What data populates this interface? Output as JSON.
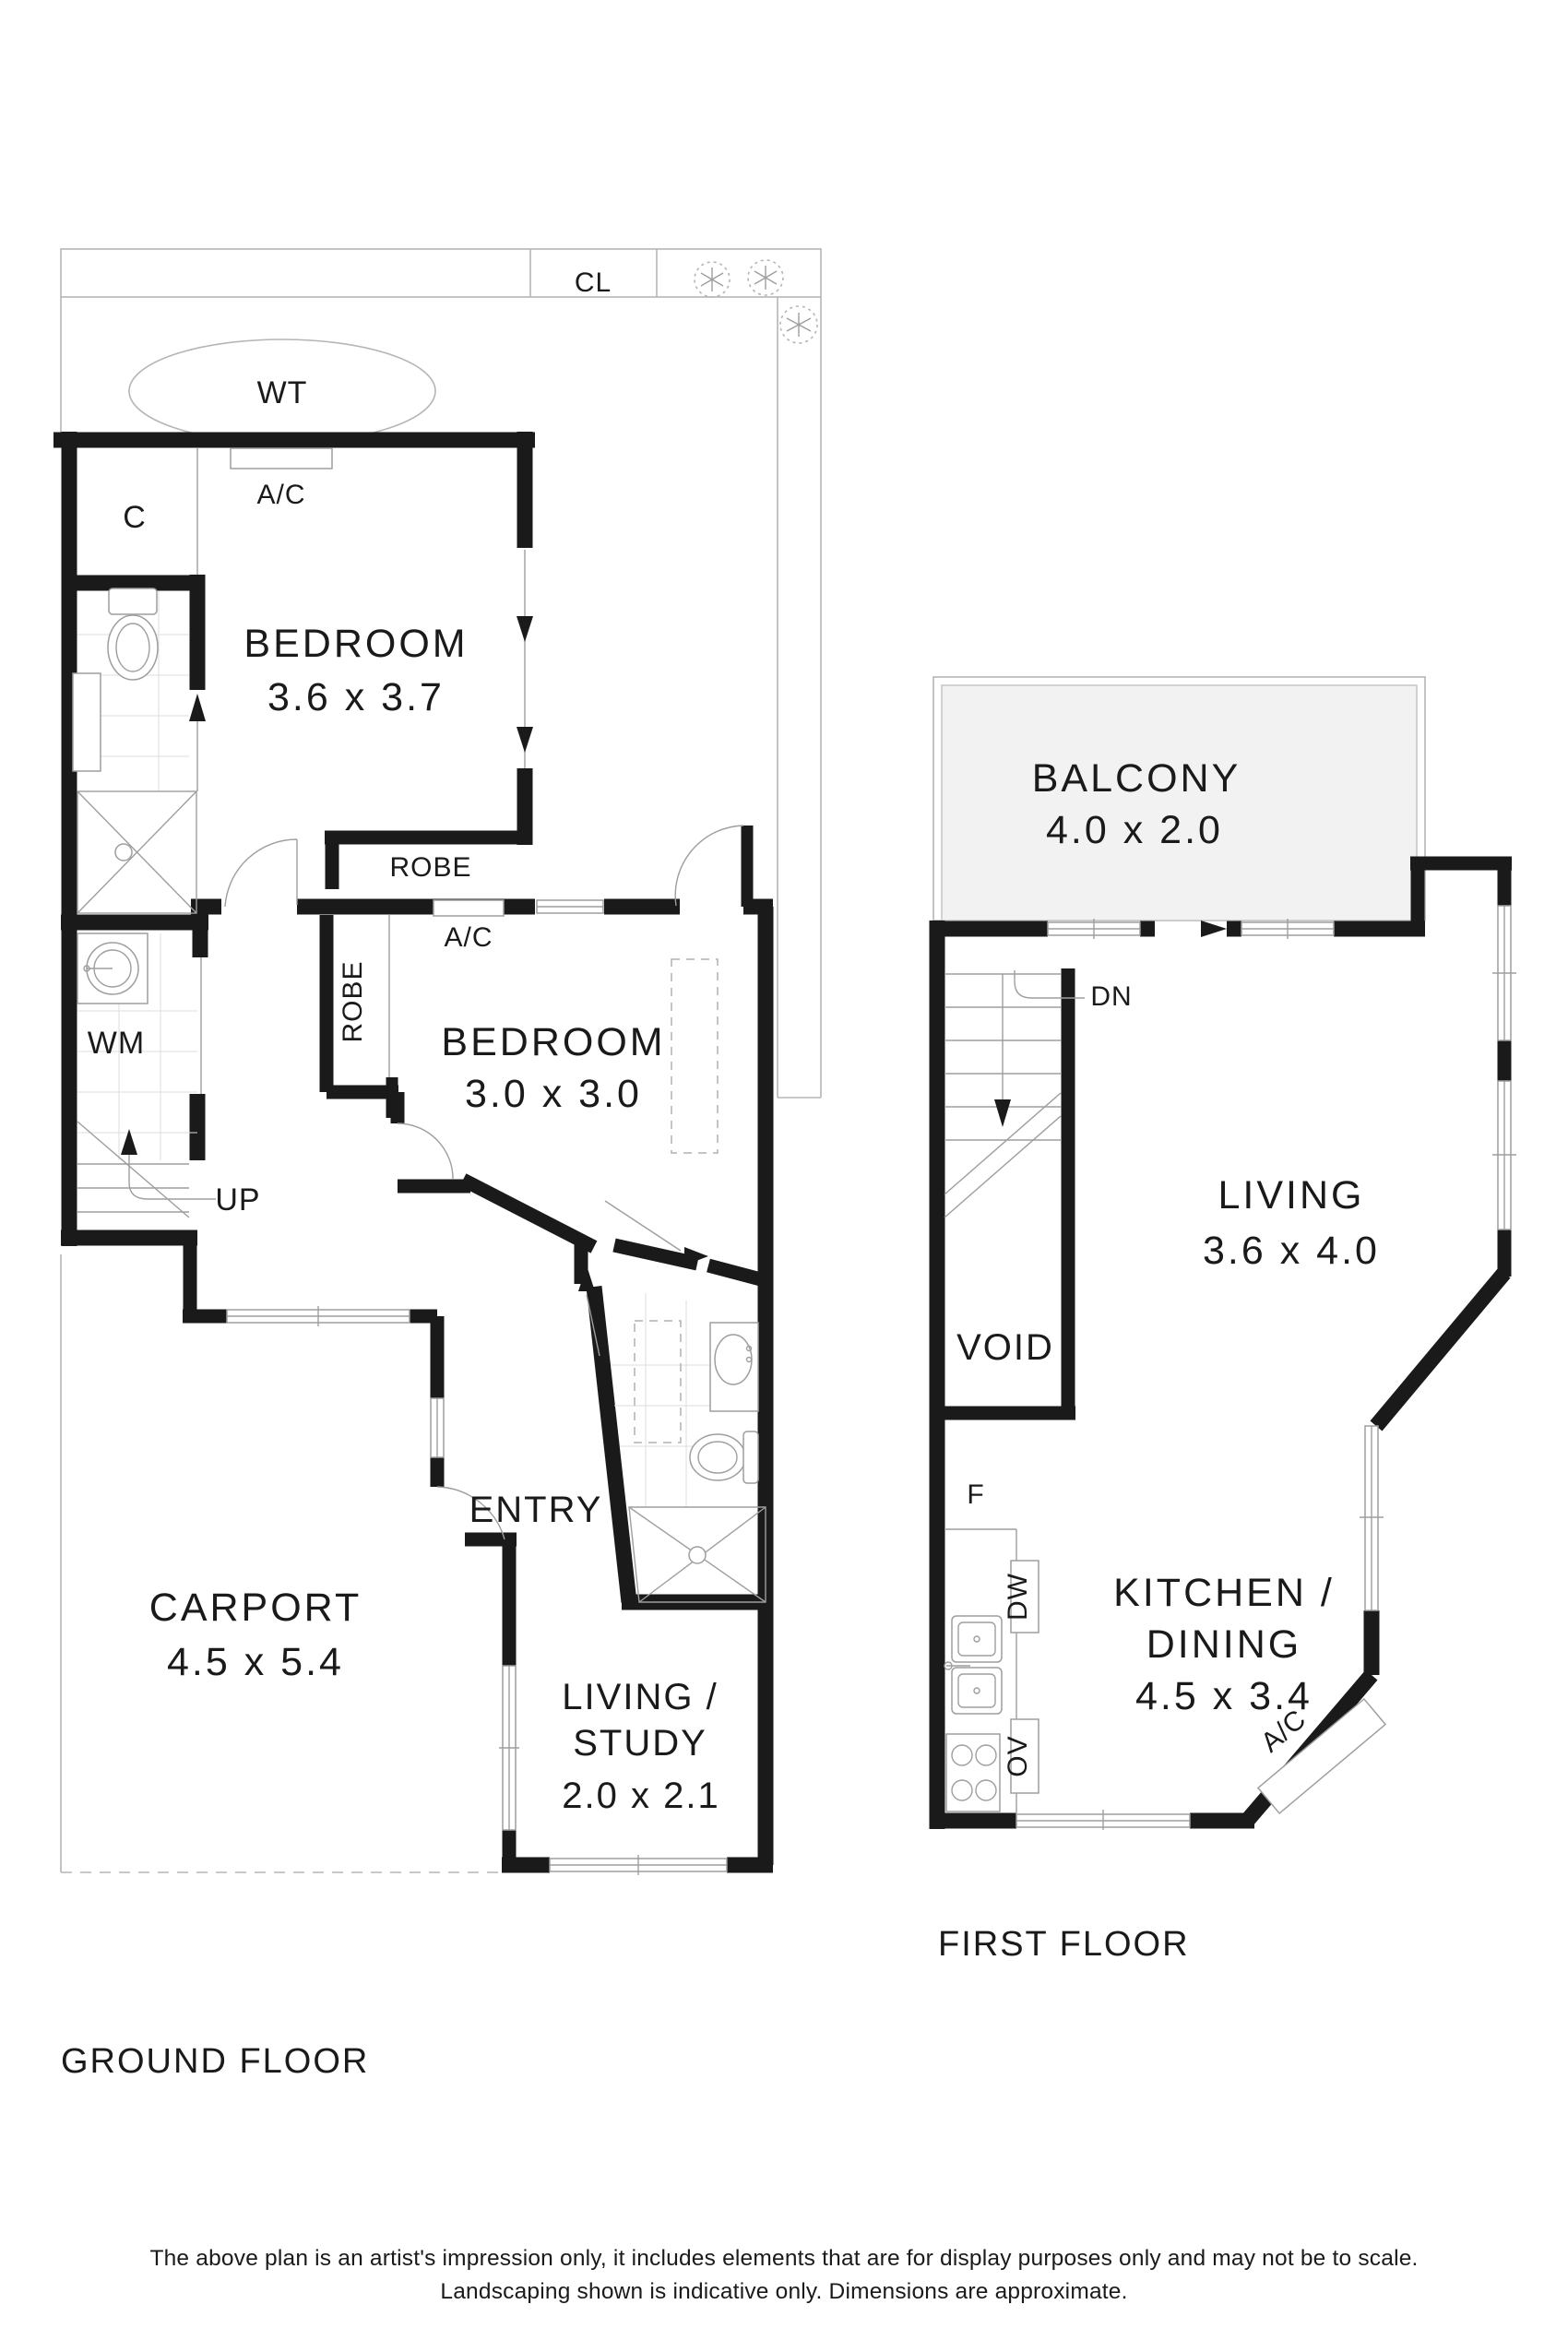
{
  "colors": {
    "wall": "#1a1a1a",
    "site_line": "#b5b5b5",
    "fixture_line": "#9e9e9e",
    "balcony_fill": "#f2f2f2",
    "text": "#1a1a1a"
  },
  "ground_floor": {
    "title": "GROUND FLOOR",
    "site": {
      "clothesline": "CL",
      "water_tank": "WT"
    },
    "rooms": {
      "bedroom1": {
        "name": "BEDROOM",
        "dims": "3.6 x 3.7"
      },
      "bedroom2": {
        "name": "BEDROOM",
        "dims": "3.0 x 3.0"
      },
      "carport": {
        "name": "CARPORT",
        "dims": "4.5 x 5.4"
      },
      "living_study": {
        "line1": "LIVING /",
        "line2": "STUDY",
        "dims": "2.0 x 2.1"
      },
      "entry": {
        "name": "ENTRY"
      }
    },
    "labels": {
      "cupboard": "C",
      "ac_bedroom1": "A/C",
      "robe_bedroom1": "ROBE",
      "ac_bedroom2": "A/C",
      "robe_bedroom2": "ROBE",
      "washing_machine": "WM",
      "stairs_up": "UP"
    }
  },
  "first_floor": {
    "title": "FIRST FLOOR",
    "rooms": {
      "balcony": {
        "name": "BALCONY",
        "dims": "4.0 x 2.0"
      },
      "living": {
        "name": "LIVING",
        "dims": "3.6 x 4.0"
      },
      "kitchen_dining": {
        "line1": "KITCHEN /",
        "line2": "DINING",
        "dims": "4.5 x 3.4"
      },
      "void": {
        "name": "VOID"
      }
    },
    "labels": {
      "stairs_down": "DN",
      "fridge": "F",
      "dishwasher": "DW",
      "oven": "OV",
      "ac": "A/C"
    }
  },
  "disclaimer": {
    "line1": "The above plan is an artist's impression only, it includes elements that are for display purposes only and may not be to scale.",
    "line2": "Landscaping shown is indicative only. Dimensions are approximate."
  }
}
